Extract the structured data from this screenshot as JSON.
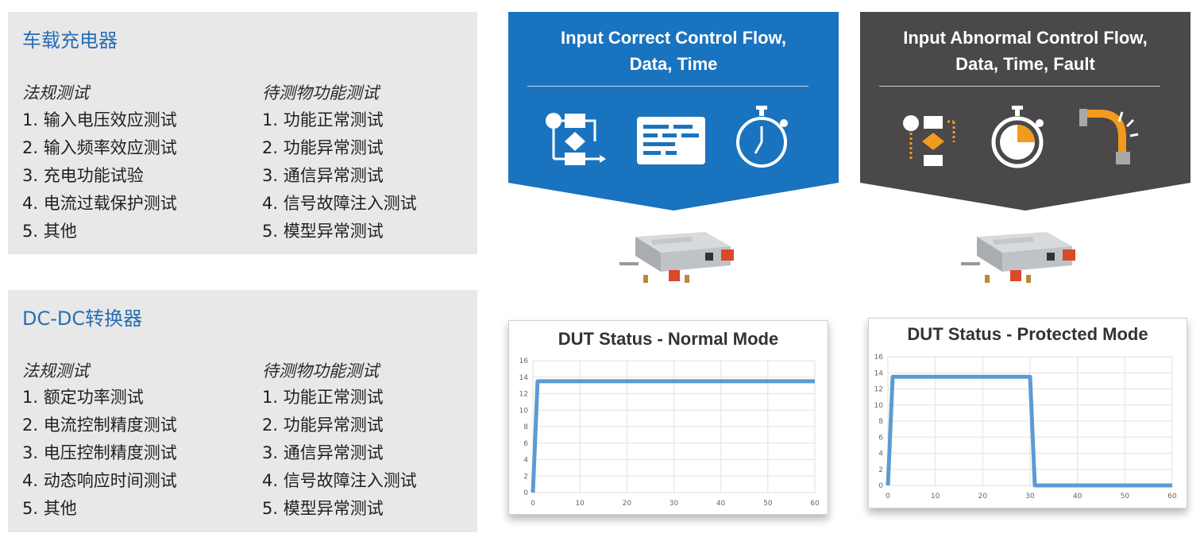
{
  "panels": [
    {
      "title": "车载充电器",
      "left_heading": "法规测试",
      "left_items": [
        "1. 输入电压效应测试",
        "2. 输入频率效应测试",
        "3. 充电功能试验",
        "4. 电流过载保护测试",
        "5. 其他"
      ],
      "right_heading": "待测物功能测试",
      "right_items": [
        "1. 功能正常测试",
        "2. 功能异常测试",
        "3. 通信异常测试",
        "4. 信号故障注入测试",
        "5. 模型异常测试"
      ]
    },
    {
      "title": "DC-DC转换器",
      "left_heading": "法规测试",
      "left_items": [
        "1. 额定功率测试",
        "2. 电流控制精度测试",
        "3. 电压控制精度测试",
        "4. 动态响应时间测试",
        "5. 其他"
      ],
      "right_heading": "待测物功能测试",
      "right_items": [
        "1. 功能正常测试",
        "2. 功能异常测试",
        "3. 通信异常测试",
        "4. 信号故障注入测试",
        "5. 模型异常测试"
      ]
    }
  ],
  "banners": [
    {
      "title_line1": "Input Correct Control Flow,",
      "title_line2": "Data, Time",
      "color": "#1a73bf",
      "icons": [
        "flowchart-icon",
        "data-list-icon",
        "stopwatch-icon"
      ]
    },
    {
      "title_line1": "Input Abnormal Control Flow,",
      "title_line2": "Data, Time, Fault",
      "color": "#4a4849",
      "accent": "#f39a1e",
      "icons": [
        "abnormal-flowchart-icon",
        "partial-stopwatch-icon",
        "broken-pipe-icon"
      ]
    }
  ],
  "chart_data": [
    {
      "type": "line",
      "title": "DUT Status - Normal Mode",
      "xlim": [
        0,
        60
      ],
      "ylim": [
        0,
        16
      ],
      "x_ticks": [
        0,
        10,
        20,
        30,
        40,
        50,
        60
      ],
      "y_ticks": [
        0,
        2,
        4,
        6,
        8,
        10,
        12,
        14,
        16
      ],
      "grid": true,
      "color": "#5b9bd5",
      "series": [
        {
          "x": [
            0,
            1,
            60
          ],
          "y": [
            0,
            13.5,
            13.5
          ]
        }
      ]
    },
    {
      "type": "line",
      "title": "DUT Status - Protected Mode",
      "xlim": [
        0,
        60
      ],
      "ylim": [
        0,
        16
      ],
      "x_ticks": [
        0,
        10,
        20,
        30,
        40,
        50,
        60
      ],
      "y_ticks": [
        0,
        2,
        4,
        6,
        8,
        10,
        12,
        14,
        16
      ],
      "grid": true,
      "color": "#5b9bd5",
      "series": [
        {
          "x": [
            0,
            1,
            30,
            31,
            60
          ],
          "y": [
            0,
            13.5,
            13.5,
            0,
            0
          ]
        }
      ]
    }
  ]
}
